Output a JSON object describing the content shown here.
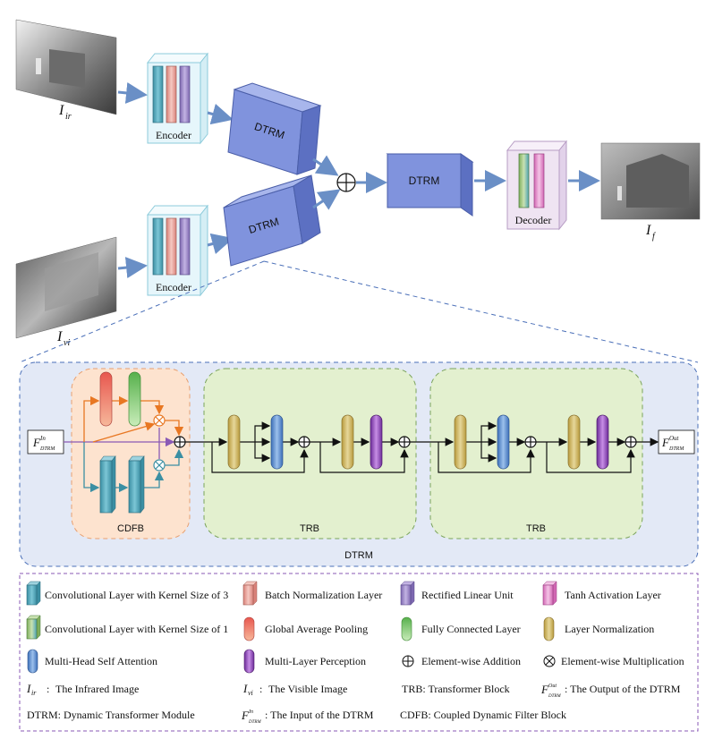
{
  "images": {
    "infrared_label": "I",
    "infrared_sub": "ir",
    "visible_label": "I",
    "visible_sub": "vi",
    "fused_label": "I",
    "fused_sub": "f"
  },
  "top": {
    "encoder_label_1": "Encoder",
    "encoder_label_2": "Encoder",
    "dtrm_label_1": "DTRM",
    "dtrm_label_2": "DTRM",
    "dtrm_label_3": "DTRM",
    "decoder_label": "Decoder"
  },
  "detail": {
    "input_main": "F",
    "input_sup": "In",
    "input_sub": "DTRM",
    "output_main": "F",
    "output_sup": "Out",
    "output_sub": "DTRM",
    "cdfb_label": "CDFB",
    "trb_label_1": "TRB",
    "trb_label_2": "TRB",
    "dtrm_label": "DTRM"
  },
  "legend": {
    "conv3": "Convolutional Layer with Kernel Size of 3",
    "batchnorm": "Batch Normalization Layer",
    "relu": "Rectified Linear Unit",
    "tanh": "Tanh Activation Layer",
    "conv1": "Convolutional Layer with Kernel Size of 1",
    "gap": "Global Average Pooling",
    "fc": "Fully Connected Layer",
    "layernorm": "Layer Normalization",
    "mhsa": "Multi-Head Self Attention",
    "mlp": "Multi-Layer Perception",
    "add": "Element-wise Addition",
    "mul": "Element-wise Multiplication",
    "ir_sym": "I",
    "ir_sub": "ir",
    "ir_desc": "The Infrared Image",
    "vi_sym": "I",
    "vi_sub": "vi",
    "vi_desc": "The Visible Image",
    "trb_desc": "TRB: Transformer Block",
    "out_sym": "F",
    "out_sup": "Out",
    "out_sub": "DTRM",
    "out_desc": ": The  Output of the DTRM",
    "dtrm_desc": "DTRM: Dynamic Transformer Module",
    "in_sym": "F",
    "in_sup": "In",
    "in_sub": "DTRM",
    "in_desc": ": The Input of the DTRM",
    "cdfb_desc": "CDFB: Coupled Dynamic Filter Block"
  },
  "colors": {
    "conv3": "#4fa3b5",
    "batchnorm": "#e8a39a",
    "relu": "#9b85c6",
    "tanh": "#e08ac6",
    "conv1_a": "#8fb870",
    "conv1_b": "#4fa3b5",
    "gap": "#e8574f",
    "fc": "#74c46a",
    "layernorm": "#c7ad4f",
    "mhsa": "#4f86c9",
    "mlp": "#8a3fb3",
    "dtrm_box": "#8093dd",
    "encoder_bg": "#e6f6fb",
    "decoder_bg": "#efe4f2",
    "detail_bg": "#e3e9f6",
    "cdfb_bg": "#fde3cf",
    "trb_bg": "#e3f0cf",
    "orange_line": "#e87722",
    "purple_line": "#8a5ab5",
    "teal_line": "#3b8fa3"
  }
}
